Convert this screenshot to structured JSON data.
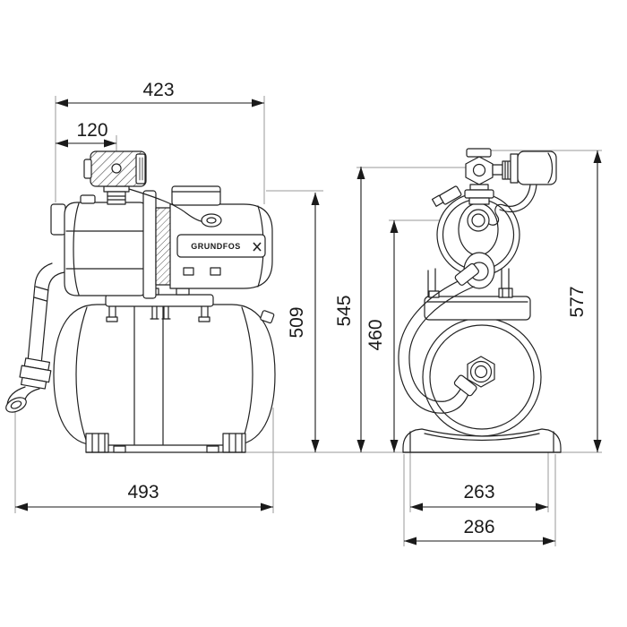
{
  "drawing": {
    "type": "technical-dimension-drawing",
    "brand": "GRUNDFOS",
    "colors": {
      "line": "#222222",
      "extension": "#999999",
      "background": "#ffffff"
    },
    "side_view": {
      "dim_pump_length": "423",
      "dim_switch_offset": "120",
      "dim_pump_height": "509",
      "dim_overall_length": "493"
    },
    "front_view": {
      "dim_valve_height": "545",
      "dim_port_height": "460",
      "dim_overall_height": "577",
      "dim_foot_width": "263",
      "dim_base_width": "286"
    }
  }
}
